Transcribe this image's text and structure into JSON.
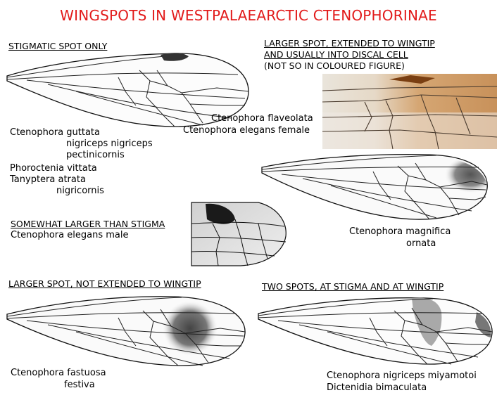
{
  "title": "WINGSPOTS IN WESTPALAEARCTIC CTENOPHORINAE",
  "sections": {
    "stigmatic": {
      "heading": "STIGMATIC SPOT ONLY",
      "species": [
        "Ctenophora guttata",
        "nigriceps nigriceps",
        "pectinicornis",
        "Phoroctenia vittata",
        "Tanyptera atrata",
        "nigricornis"
      ]
    },
    "extended": {
      "heading_lines": [
        "LARGER SPOT, EXTENDED TO WINGTIP",
        "AND USUALLY INTO DISCAL CELL",
        "(NOT SO IN COLOURED FIGURE)"
      ],
      "species_a": [
        "Ctenophora flaveolata",
        "Ctenophora elegans female"
      ],
      "species_b": [
        "Ctenophora magnifica",
        "ornata"
      ]
    },
    "somewhat": {
      "heading": "SOMEWHAT LARGER THAN STIGMA",
      "species": [
        "Ctenophora elegans male"
      ]
    },
    "not_extended": {
      "heading": "LARGER SPOT, NOT EXTENDED TO WINGTIP",
      "species": [
        "Ctenophora fastuosa",
        "festiva"
      ]
    },
    "two_spots": {
      "heading": "TWO SPOTS, AT STIGMA AND AT WINGTIP",
      "species": [
        "Ctenophora nigriceps miyamotoi",
        "Dictenidia bimaculata"
      ]
    }
  },
  "colors": {
    "title": "#e21a1a",
    "photo_tint": "#c8915a"
  }
}
